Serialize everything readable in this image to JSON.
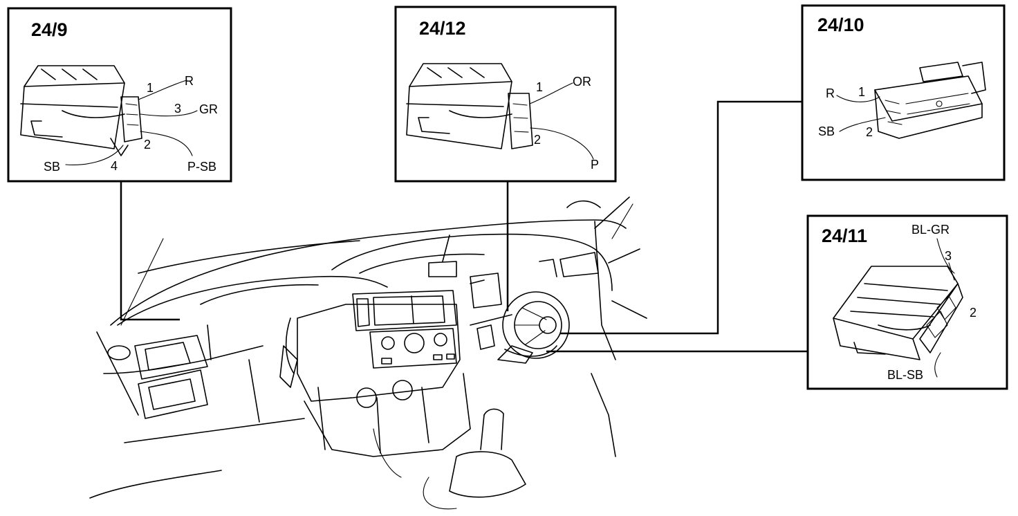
{
  "connectors": [
    {
      "id": "24/9",
      "pins": [
        {
          "pin": "1",
          "color": "R"
        },
        {
          "pin": "3",
          "color": "GR"
        },
        {
          "pin": "2",
          "color": "P-SB"
        },
        {
          "pin": "4",
          "color": "SB"
        }
      ]
    },
    {
      "id": "24/12",
      "pins": [
        {
          "pin": "1",
          "color": "OR"
        },
        {
          "pin": "2",
          "color": "P"
        }
      ]
    },
    {
      "id": "24/10",
      "pins": [
        {
          "pin": "1",
          "color": "R"
        },
        {
          "pin": "2",
          "color": "SB"
        }
      ]
    },
    {
      "id": "24/11",
      "pins": [
        {
          "pin": "3",
          "color": "BL-GR"
        },
        {
          "pin": "2",
          "color": "BL-SB"
        }
      ]
    }
  ]
}
